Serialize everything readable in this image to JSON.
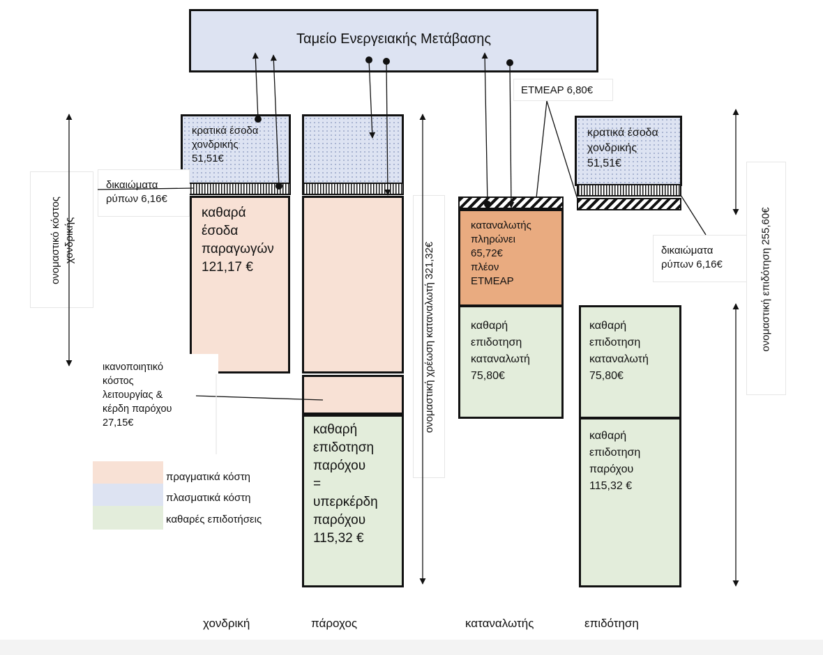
{
  "fund": {
    "title": "Ταμείο Ενεργειακής Μετάβασης"
  },
  "etmear_label": "ETMEAP 6,80€",
  "wholesale": {
    "state_revenue": "κρατικά έσοδα\nχονδρικής\n51,51€",
    "rights_label": "δικαιώματα\nρύπων 6,16€",
    "producer_income": "καθαρά\nέσοδα\nπαραγωγών\n121,17 €",
    "nominal_cost_label": "ονομαστικό κόστος\nχονδρικής"
  },
  "provider": {
    "opcost_label": "ικανοποιητικό\nκόστος\nλειτουργίας &\nκέρδη παρόχου\n27,15€",
    "net_subsidy": "καθαρή\nεπιδοτηση\nπαρόχου\n=\nυπερκέρδη\nπαρόχου\n115,32 €",
    "nominal_charge_label": "ονομαστική χρέωση καταναλωτή  321,32€"
  },
  "consumer": {
    "pays": "καταναλωτής\nπληρώνει\n65,72€\nπλέον\nETMEAP",
    "net_subsidy": "καθαρή\nεπιδοτηση\nκαταναλωτή\n75,80€"
  },
  "subsidy": {
    "state_revenue": "κρατικά έσοδα\nχονδρικής\n51,51€",
    "rights_label": "δικαιώματα\nρύπων 6,16€",
    "consumer_subsidy": "καθαρή\nεπιδοτηση\nκαταναλωτή\n75,80€",
    "provider_subsidy": "καθαρή\nεπιδοτηση\nπαρόχου\n115,32 €",
    "nominal_subsidy_label": "ονομαστική επιδότηση  255,60€"
  },
  "legend": {
    "items": [
      {
        "label": "πραγματικά κόστη",
        "color": "#f8e1d5"
      },
      {
        "label": "πλασματικά κόστη",
        "color": "#dde3f2"
      },
      {
        "label": "καθαρές επιδοτήσεις",
        "color": "#e3eddb"
      }
    ]
  },
  "columns": [
    "χονδρική",
    "πάροχος",
    "καταναλωτής",
    "επιδότηση"
  ]
}
